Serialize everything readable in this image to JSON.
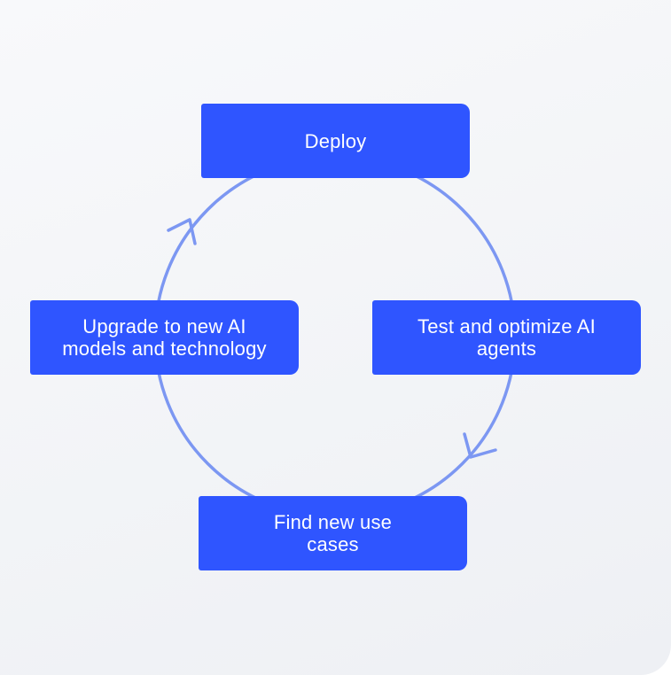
{
  "diagram": {
    "steps": [
      {
        "id": "deploy",
        "label": "Deploy"
      },
      {
        "id": "test",
        "label": "Test and optimize AI\nagents"
      },
      {
        "id": "find",
        "label": "Find new use\ncases"
      },
      {
        "id": "upgrade",
        "label": "Upgrade to new AI\nmodels and technology"
      }
    ],
    "colors": {
      "box": "#2f55ff",
      "box_text": "#ffffff",
      "cycle_line": "#7c97f2"
    },
    "icons": [
      "arrow-clockwise-icon",
      "arrow-clockwise-icon"
    ]
  }
}
